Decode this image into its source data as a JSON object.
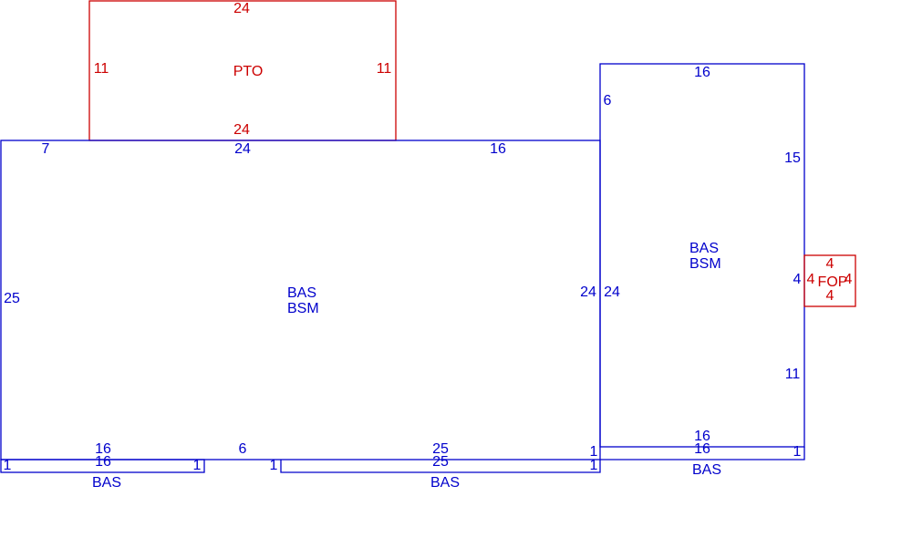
{
  "colors": {
    "main": "#0000cc",
    "accent": "#cc0000",
    "background": "#ffffff"
  },
  "areas": {
    "pto": {
      "code": "PTO",
      "dims": {
        "top": "24",
        "bottom": "24",
        "left": "11",
        "right": "11"
      }
    },
    "main": {
      "code_1": "BAS",
      "code_2": "BSM",
      "dims": {
        "top_left": "7",
        "top_mid": "24",
        "top_right": "16",
        "left": "25",
        "right": "24"
      }
    },
    "east": {
      "code_1": "BAS",
      "code_2": "BSM",
      "dims": {
        "top": "16",
        "left_upper": "6",
        "left": "24",
        "right_upper": "15",
        "right_mid": "4",
        "right_lower": "11"
      }
    },
    "fop": {
      "code": "FOP",
      "dims": {
        "top": "4",
        "bottom": "4",
        "left": "4",
        "right": "4"
      }
    },
    "bottom": {
      "left": {
        "code": "BAS",
        "top": "16",
        "bottom": "16",
        "left": "1",
        "right": "1"
      },
      "gap": "6",
      "gap_end": "1",
      "mid": {
        "code": "BAS",
        "top": "25",
        "bottom": "25",
        "right": "1"
      },
      "step": "1",
      "right": {
        "code": "BAS",
        "top": "16",
        "bottom": "16",
        "right": "1"
      }
    }
  }
}
